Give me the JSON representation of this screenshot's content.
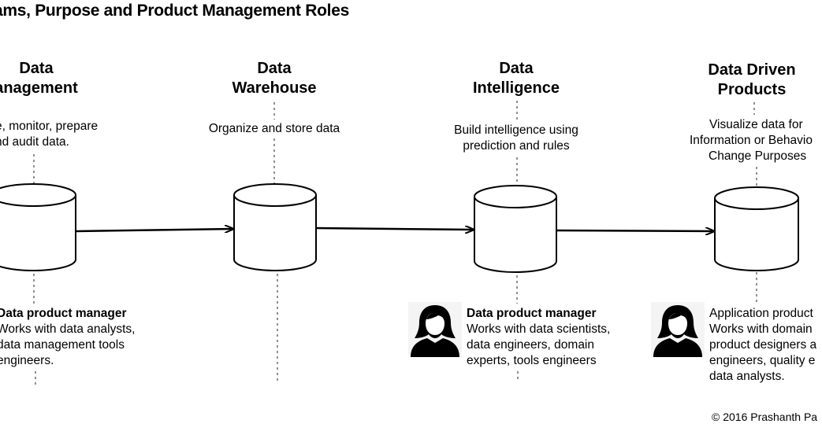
{
  "title": "ams, Purpose and Product Management Roles",
  "stages": [
    {
      "heading": [
        "Data",
        "anagement"
      ],
      "purpose": [
        "e, monitor, prepare",
        "nd audit data."
      ],
      "role": {
        "title": "Data product manager",
        "lines": [
          "Works with data analysts,",
          "data management tools",
          "engineers."
        ]
      },
      "has_avatar": false
    },
    {
      "heading": [
        "Data",
        "Warehouse"
      ],
      "purpose": [
        "Organize and store data"
      ],
      "role": null,
      "has_avatar": false
    },
    {
      "heading": [
        "Data",
        "Intelligence"
      ],
      "purpose": [
        "Build intelligence using",
        "prediction and rules"
      ],
      "role": {
        "title": "Data product manager",
        "lines": [
          "Works with data scientists,",
          "data engineers, domain",
          "experts, tools engineers"
        ]
      },
      "has_avatar": true
    },
    {
      "heading": [
        "Data Driven",
        "Products"
      ],
      "purpose": [
        "Visualize data for",
        "Information or Behavio",
        "Change Purposes"
      ],
      "role": {
        "title": "Application product",
        "lines": [
          "Works with domain",
          "product designers a",
          "engineers, quality e",
          "data analysts."
        ]
      },
      "has_avatar": true
    }
  ],
  "copyright": "© 2016 Prashanth Pa",
  "icons": {
    "database": "database-cylinder-icon",
    "avatar": "person-avatar-icon",
    "arrow": "arrow-right-icon"
  },
  "colors": {
    "line": "#000000",
    "background": "#ffffff",
    "dashed": "#666666"
  }
}
